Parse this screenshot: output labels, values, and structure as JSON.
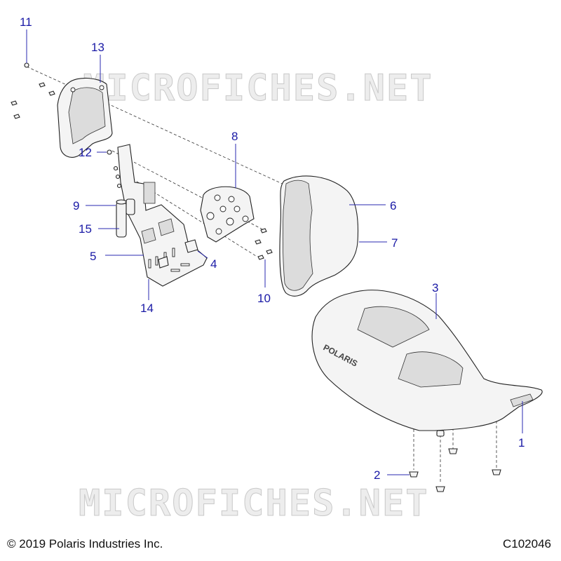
{
  "watermark": "MICROFICHES.NET",
  "copyright": "© 2019 Polaris Industries Inc.",
  "drawing_code": "C102046",
  "callouts": {
    "c1": "1",
    "c2": "2",
    "c3": "3",
    "c4": "4",
    "c5": "5",
    "c6": "6",
    "c7": "7",
    "c8": "8",
    "c9": "9",
    "c10": "10",
    "c11": "11",
    "c12": "12",
    "c13": "13",
    "c14": "14",
    "c15": "15"
  },
  "seat_logo": "POLARIS",
  "colors": {
    "callout": "#1a1aa6",
    "line": "#222222"
  }
}
